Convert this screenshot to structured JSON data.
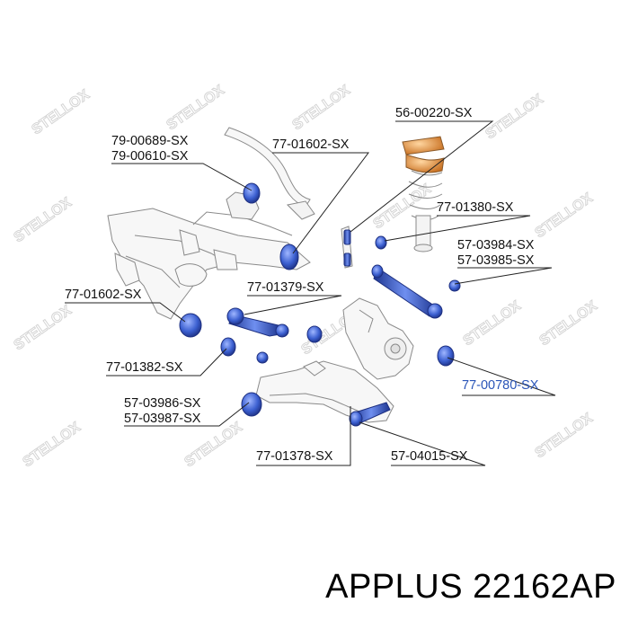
{
  "watermark": "STELLOX",
  "part_labels": {
    "l1": "79-00689-SX",
    "l2": "79-00610-SX",
    "l3": "77-01602-SX",
    "l4": "56-00220-SX",
    "l5": "77-01380-SX",
    "l6": "57-03984-SX",
    "l7": "57-03985-SX",
    "l8": "77-01379-SX",
    "l9": "77-01602-SX",
    "l10": "77-01382-SX",
    "l11": "77-00780-SX",
    "l12": "57-03986-SX",
    "l13": "57-03987-SX",
    "l14": "77-01378-SX",
    "l15": "57-04015-SX"
  },
  "caption": "APPLUS 22162AP",
  "colors": {
    "outline": "#8a8a8a",
    "part_blue": "#3b5fd0",
    "spring_orange": "#d98a3a",
    "leader": "#222222",
    "highlight_text": "#2a55b8"
  }
}
